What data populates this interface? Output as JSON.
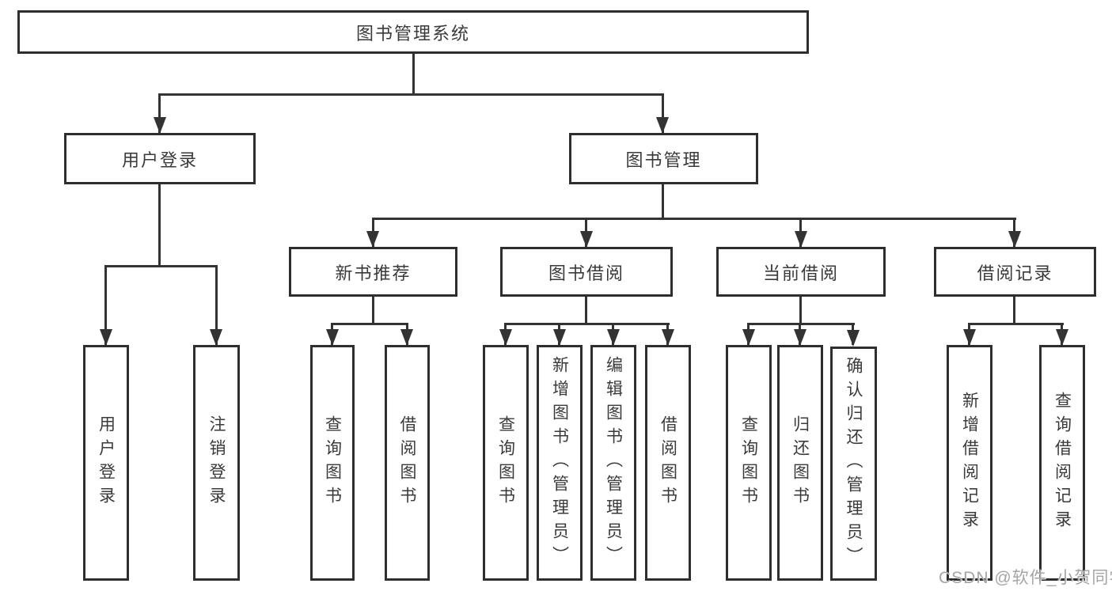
{
  "diagram": {
    "type": "tree",
    "title": "图书管理系统",
    "nodes": {
      "root": "图书管理系统",
      "level1": [
        "用户登录",
        "图书管理"
      ],
      "level2": [
        "新书推荐",
        "图书借阅",
        "当前借阅",
        "借阅记录"
      ],
      "login_children": [
        "用户登录",
        "注销登录"
      ],
      "recommend_children": [
        "查询图书",
        "借阅图书"
      ],
      "borrow_children": [
        "查询图书",
        "新增图书（管理员）",
        "编辑图书（管理员）",
        "借阅图书"
      ],
      "current_children": [
        "查询图书",
        "归还图书",
        "确认归还（管理员）"
      ],
      "records_children": [
        "新增借阅记录",
        "查询借阅记录"
      ]
    },
    "colors": {
      "line": "#333333",
      "text": "#3a3a3a",
      "background": "#ffffff",
      "watermark": "#a5a5a5"
    },
    "watermark": "CSDN @软件_小贺同学"
  }
}
